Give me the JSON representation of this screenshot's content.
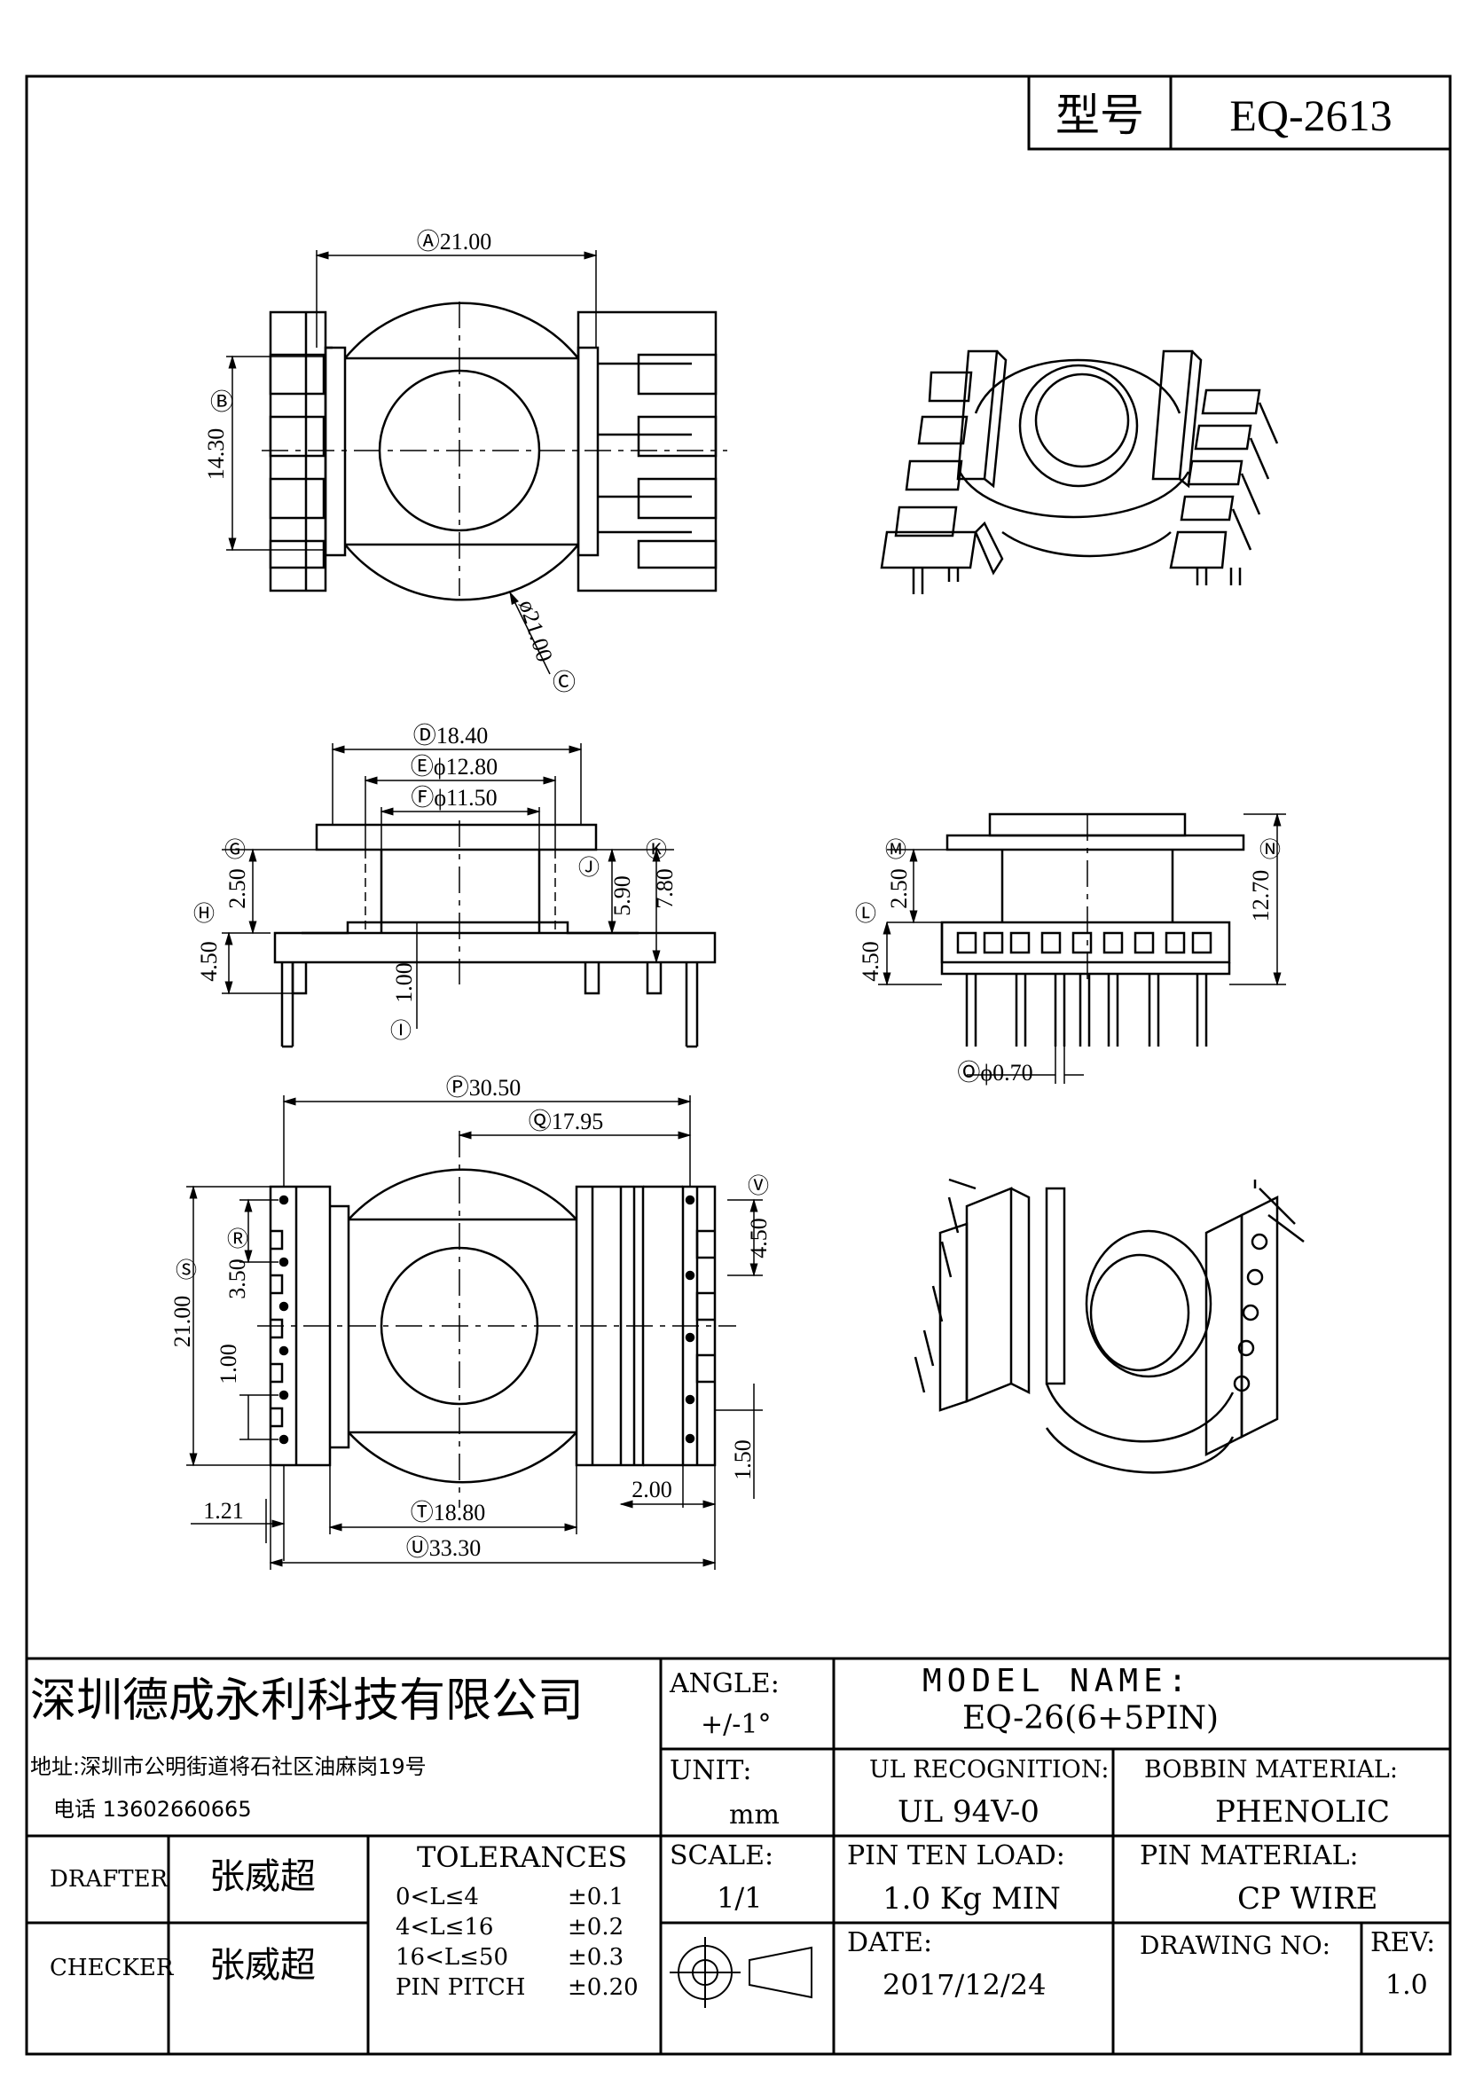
{
  "header": {
    "model_label": "型号",
    "model_value": "EQ-2613"
  },
  "views": {
    "top": {
      "dim_a": "Ⓐ21.00",
      "dim_b": "Ⓑ",
      "dim_b_value": "14.30",
      "dim_c": "ø21.00",
      "dim_c_mark": "Ⓒ"
    },
    "front": {
      "dim_d": "Ⓓ18.40",
      "dim_e": "Ⓔϕ12.80",
      "dim_f": "Ⓕϕ11.50",
      "mark_g": "Ⓖ",
      "val_g": "2.50",
      "mark_h": "Ⓗ",
      "val_h": "4.50",
      "mark_i": "Ⓘ",
      "val_i": "1.00",
      "mark_j": "Ⓙ",
      "val_j": "5.90",
      "mark_k": "Ⓚ",
      "val_k": "7.80"
    },
    "side": {
      "mark_m": "Ⓜ",
      "val_m": "2.50",
      "mark_l": "Ⓛ",
      "val_l": "4.50",
      "mark_n": "Ⓝ",
      "val_n": "12.70",
      "dim_o": "Ⓞϕ0.70"
    },
    "bottom": {
      "dim_p": "Ⓟ30.50",
      "dim_q": "Ⓠ17.95",
      "mark_r": "Ⓡ",
      "val_r": "3.50",
      "mark_s": "Ⓢ",
      "val_s": "21.00",
      "val_pin": "1.00",
      "dim_t": "Ⓣ18.80",
      "dim_u": "Ⓤ33.30",
      "mark_v": "Ⓥ",
      "val_v": "4.50",
      "val_121": "1.21",
      "val_200": "2.00",
      "val_150": "1.50"
    }
  },
  "title_block": {
    "company": "深圳德成永利科技有限公司",
    "address": "地址:深圳市公明街道将石社区油麻岗19号",
    "phone": "电话 13602660665",
    "angle_label": "ANGLE:",
    "angle_value": "+/-1°",
    "model_name_label": "MODEL NAME:",
    "model_name_value": "EQ-26(6+5PIN)",
    "unit_label": "UNIT:",
    "unit_value": "mm",
    "ul_label": "UL RECOGNITION:",
    "ul_value": "UL 94V-0",
    "bobbin_label": "BOBBIN MATERIAL:",
    "bobbin_value": "PHENOLIC",
    "drafter_label": "DRAFTER",
    "drafter_value": "张威超",
    "checker_label": "CHECKER",
    "checker_value": "张威超",
    "tolerances_label": "TOLERANCES",
    "tolerances": [
      {
        "range": "0<L≤4",
        "value": "±0.1"
      },
      {
        "range": "4<L≤16",
        "value": "±0.2"
      },
      {
        "range": "16<L≤50",
        "value": "±0.3"
      },
      {
        "range": "PIN PITCH",
        "value": "±0.20"
      }
    ],
    "scale_label": "SCALE:",
    "scale_value": "1/1",
    "pin_load_label": "PIN TEN LOAD:",
    "pin_load_value": "1.0 Kg MIN",
    "pin_material_label": "PIN MATERIAL:",
    "pin_material_value": "CP WIRE",
    "date_label": "DATE:",
    "date_value": "2017/12/24",
    "drawing_no_label": "DRAWING NO:",
    "rev_label": "REV:",
    "rev_value": "1.0"
  }
}
